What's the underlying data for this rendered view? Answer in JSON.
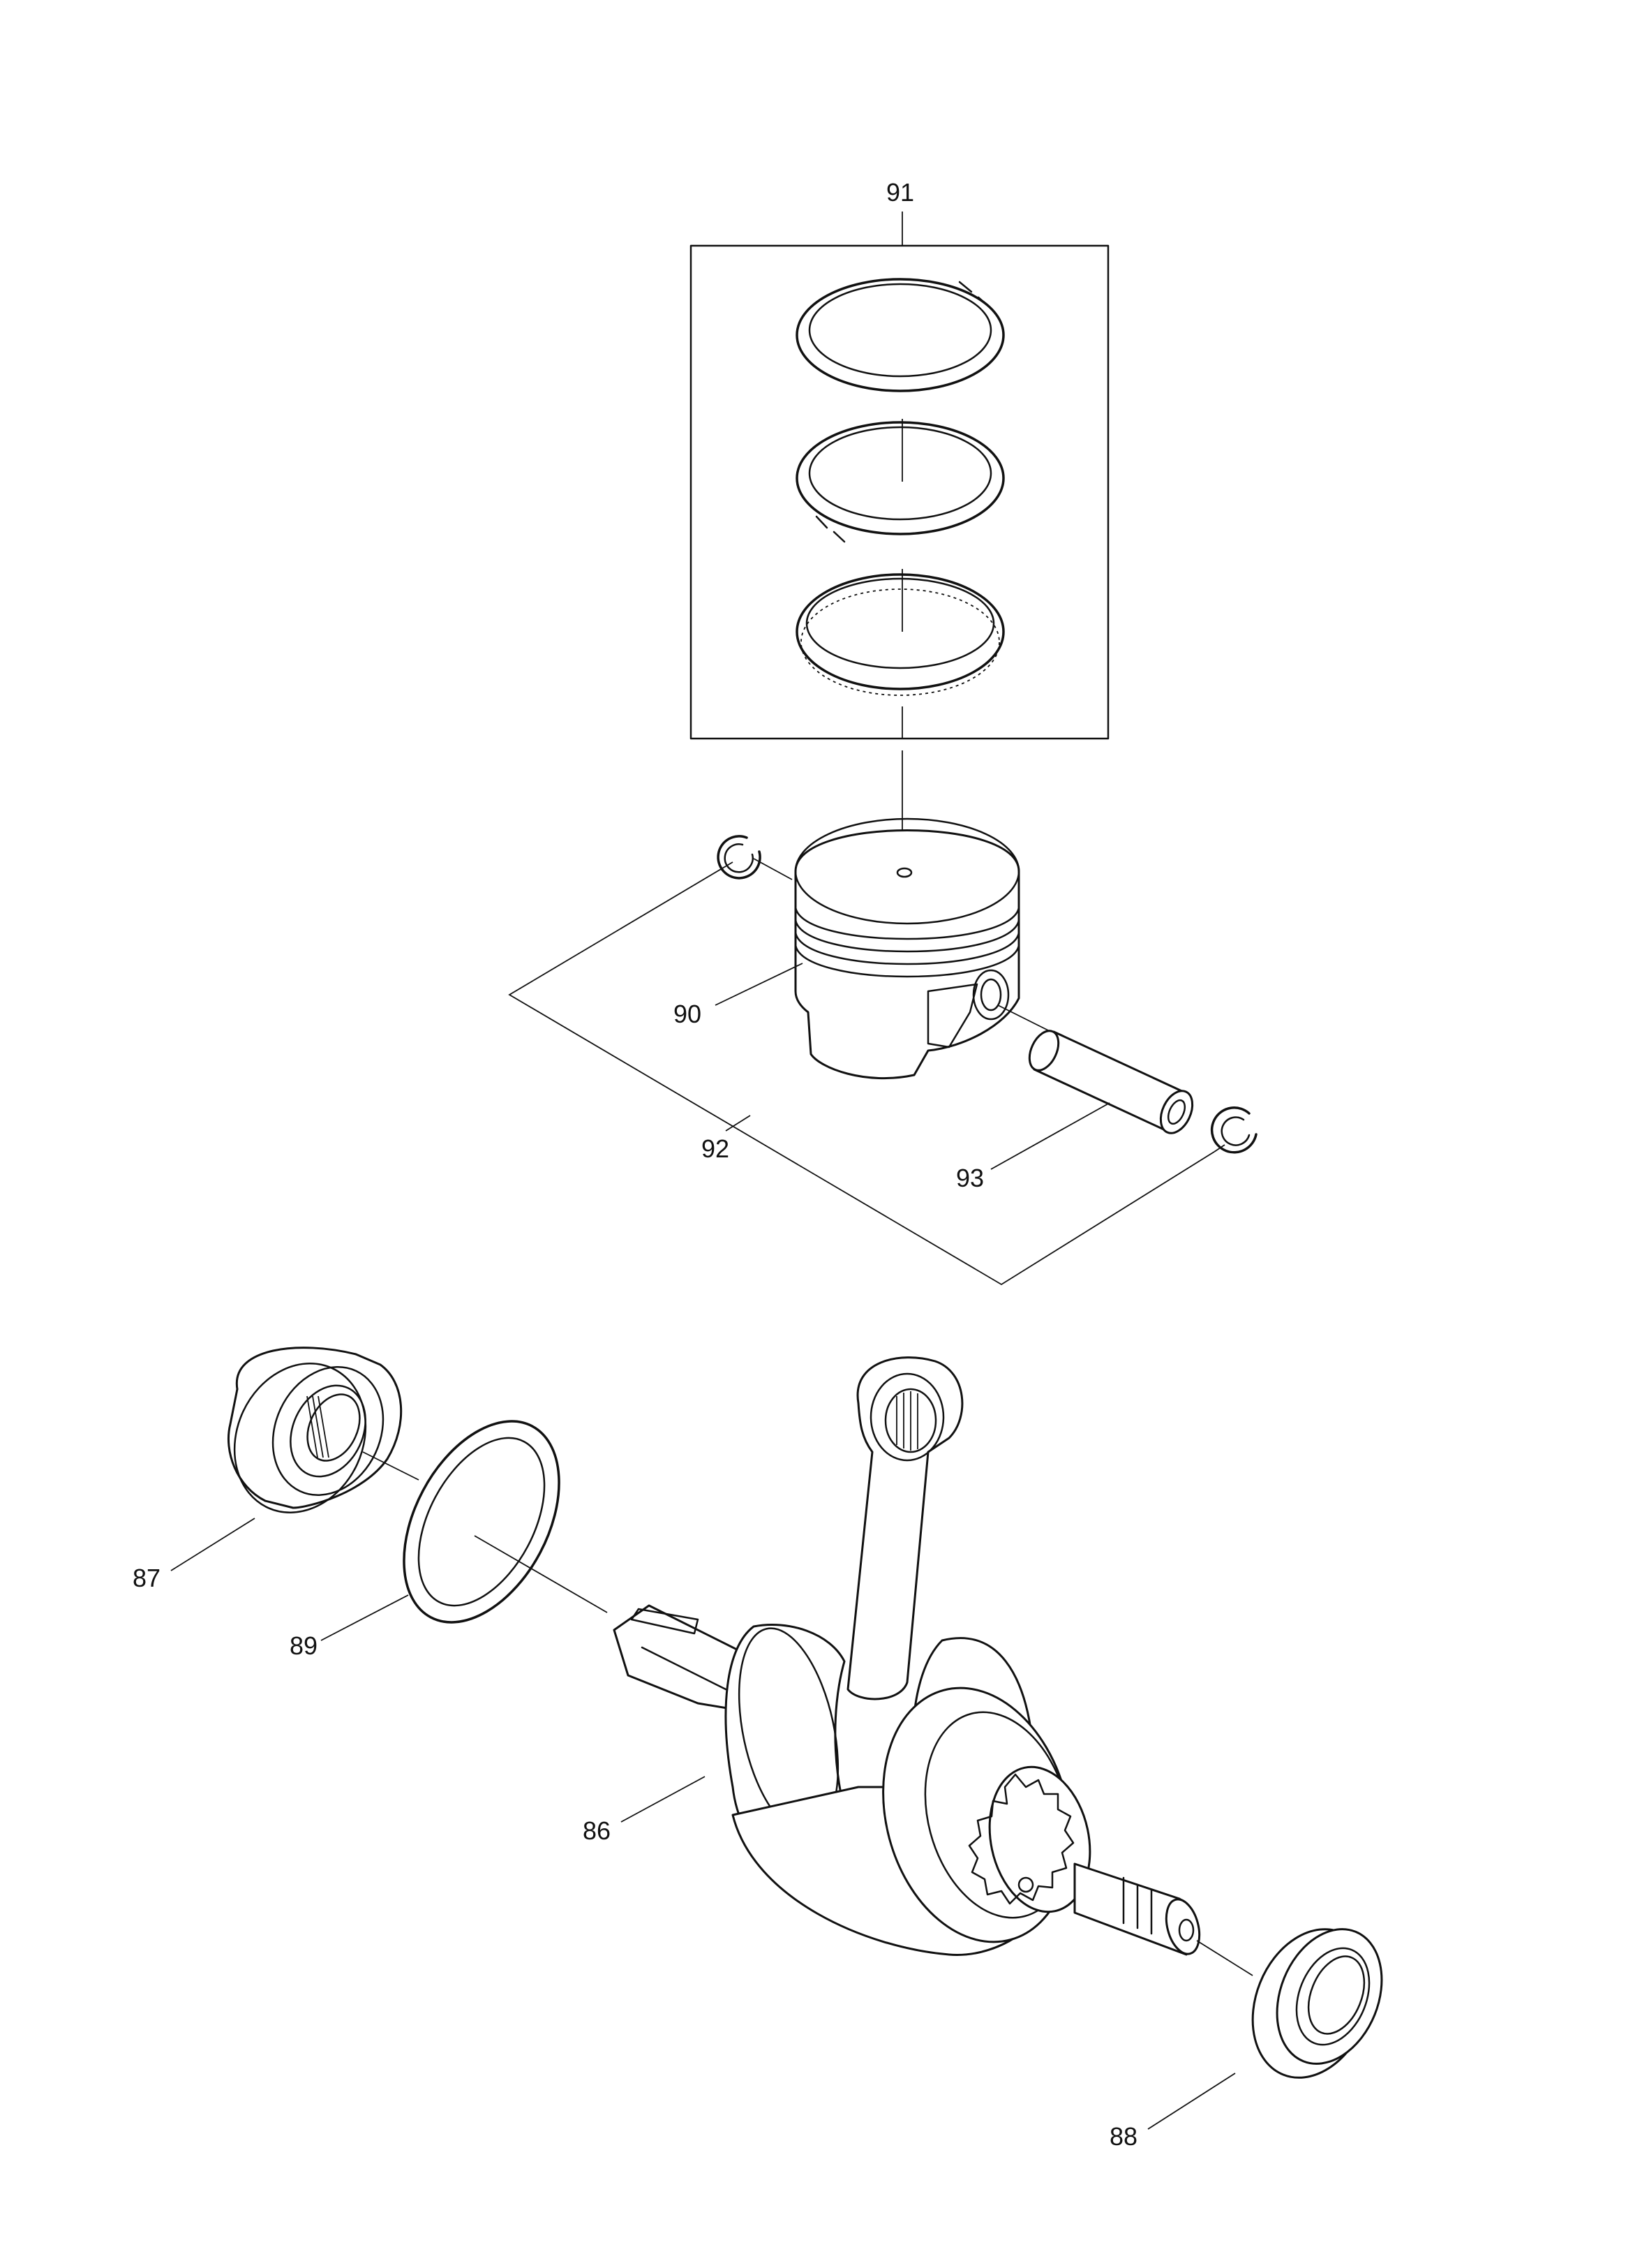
{
  "diagram": {
    "labels": {
      "p86": "86",
      "p87": "87",
      "p88": "88",
      "p89": "89",
      "p90": "90",
      "p91": "91",
      "p92": "92",
      "p93": "93"
    }
  }
}
